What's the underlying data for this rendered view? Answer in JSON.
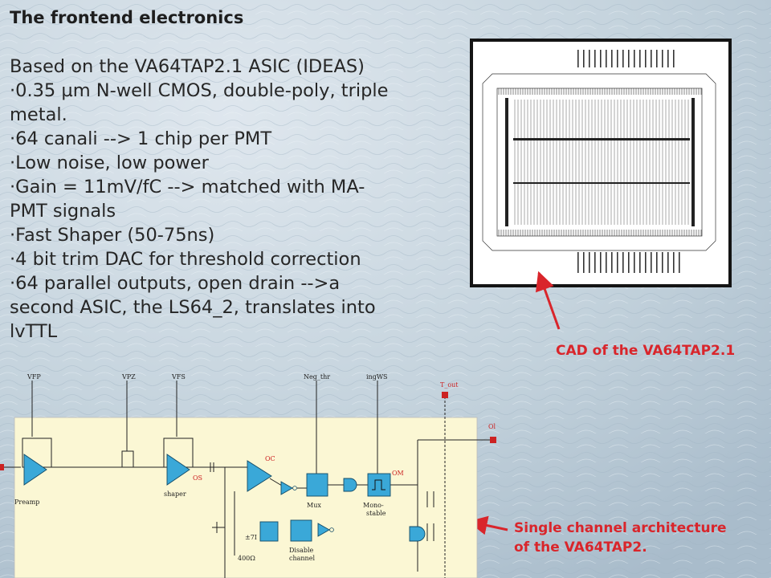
{
  "slide": {
    "title": "The frontend electronics",
    "lines": [
      "Based on the VA64TAP2.1 ASIC (IDEAS)",
      "·0.35 µm N-well CMOS, double-poly, triple",
      "metal.",
      "·64 canali  --> 1 chip per PMT",
      "·Low noise, low power",
      "·Gain = 11mV/fC --> matched with  MA-",
      "PMT signals",
      "·Fast Shaper (50-75ns)",
      "·4 bit trim DAC for threshold correction",
      "·64 parallel outputs, open drain -->a",
      "second ASIC, the LS64_2,  translates into",
      "lvTTL"
    ]
  },
  "cad": {
    "caption": "CAD of the  VA64TAP2.1"
  },
  "schematic": {
    "caption_line1": "Single channel architecture",
    "caption_line2": "of the  VA64TAP2.",
    "labels": {
      "vfp": "VFP",
      "vpz": "VPZ",
      "vfs": "VFS",
      "neg_thr": "Neg_thr",
      "ing_ws": "ingWS",
      "t_out": "T_out",
      "ol": "Ol",
      "preamp": "Preamp",
      "shaper": "shaper",
      "os": "OS",
      "oc": "OC",
      "om": "OM",
      "mux": "Mux",
      "mono_1": "Mono-",
      "mono_2": "stable",
      "dac": "±7I",
      "disable_1": "Disable",
      "disable_2": "channel",
      "res": "400Ω"
    }
  },
  "colors": {
    "caption_red": "#d9252b",
    "component_blue": "#3aa8d8",
    "schematic_bg": "#fbf7d4"
  }
}
